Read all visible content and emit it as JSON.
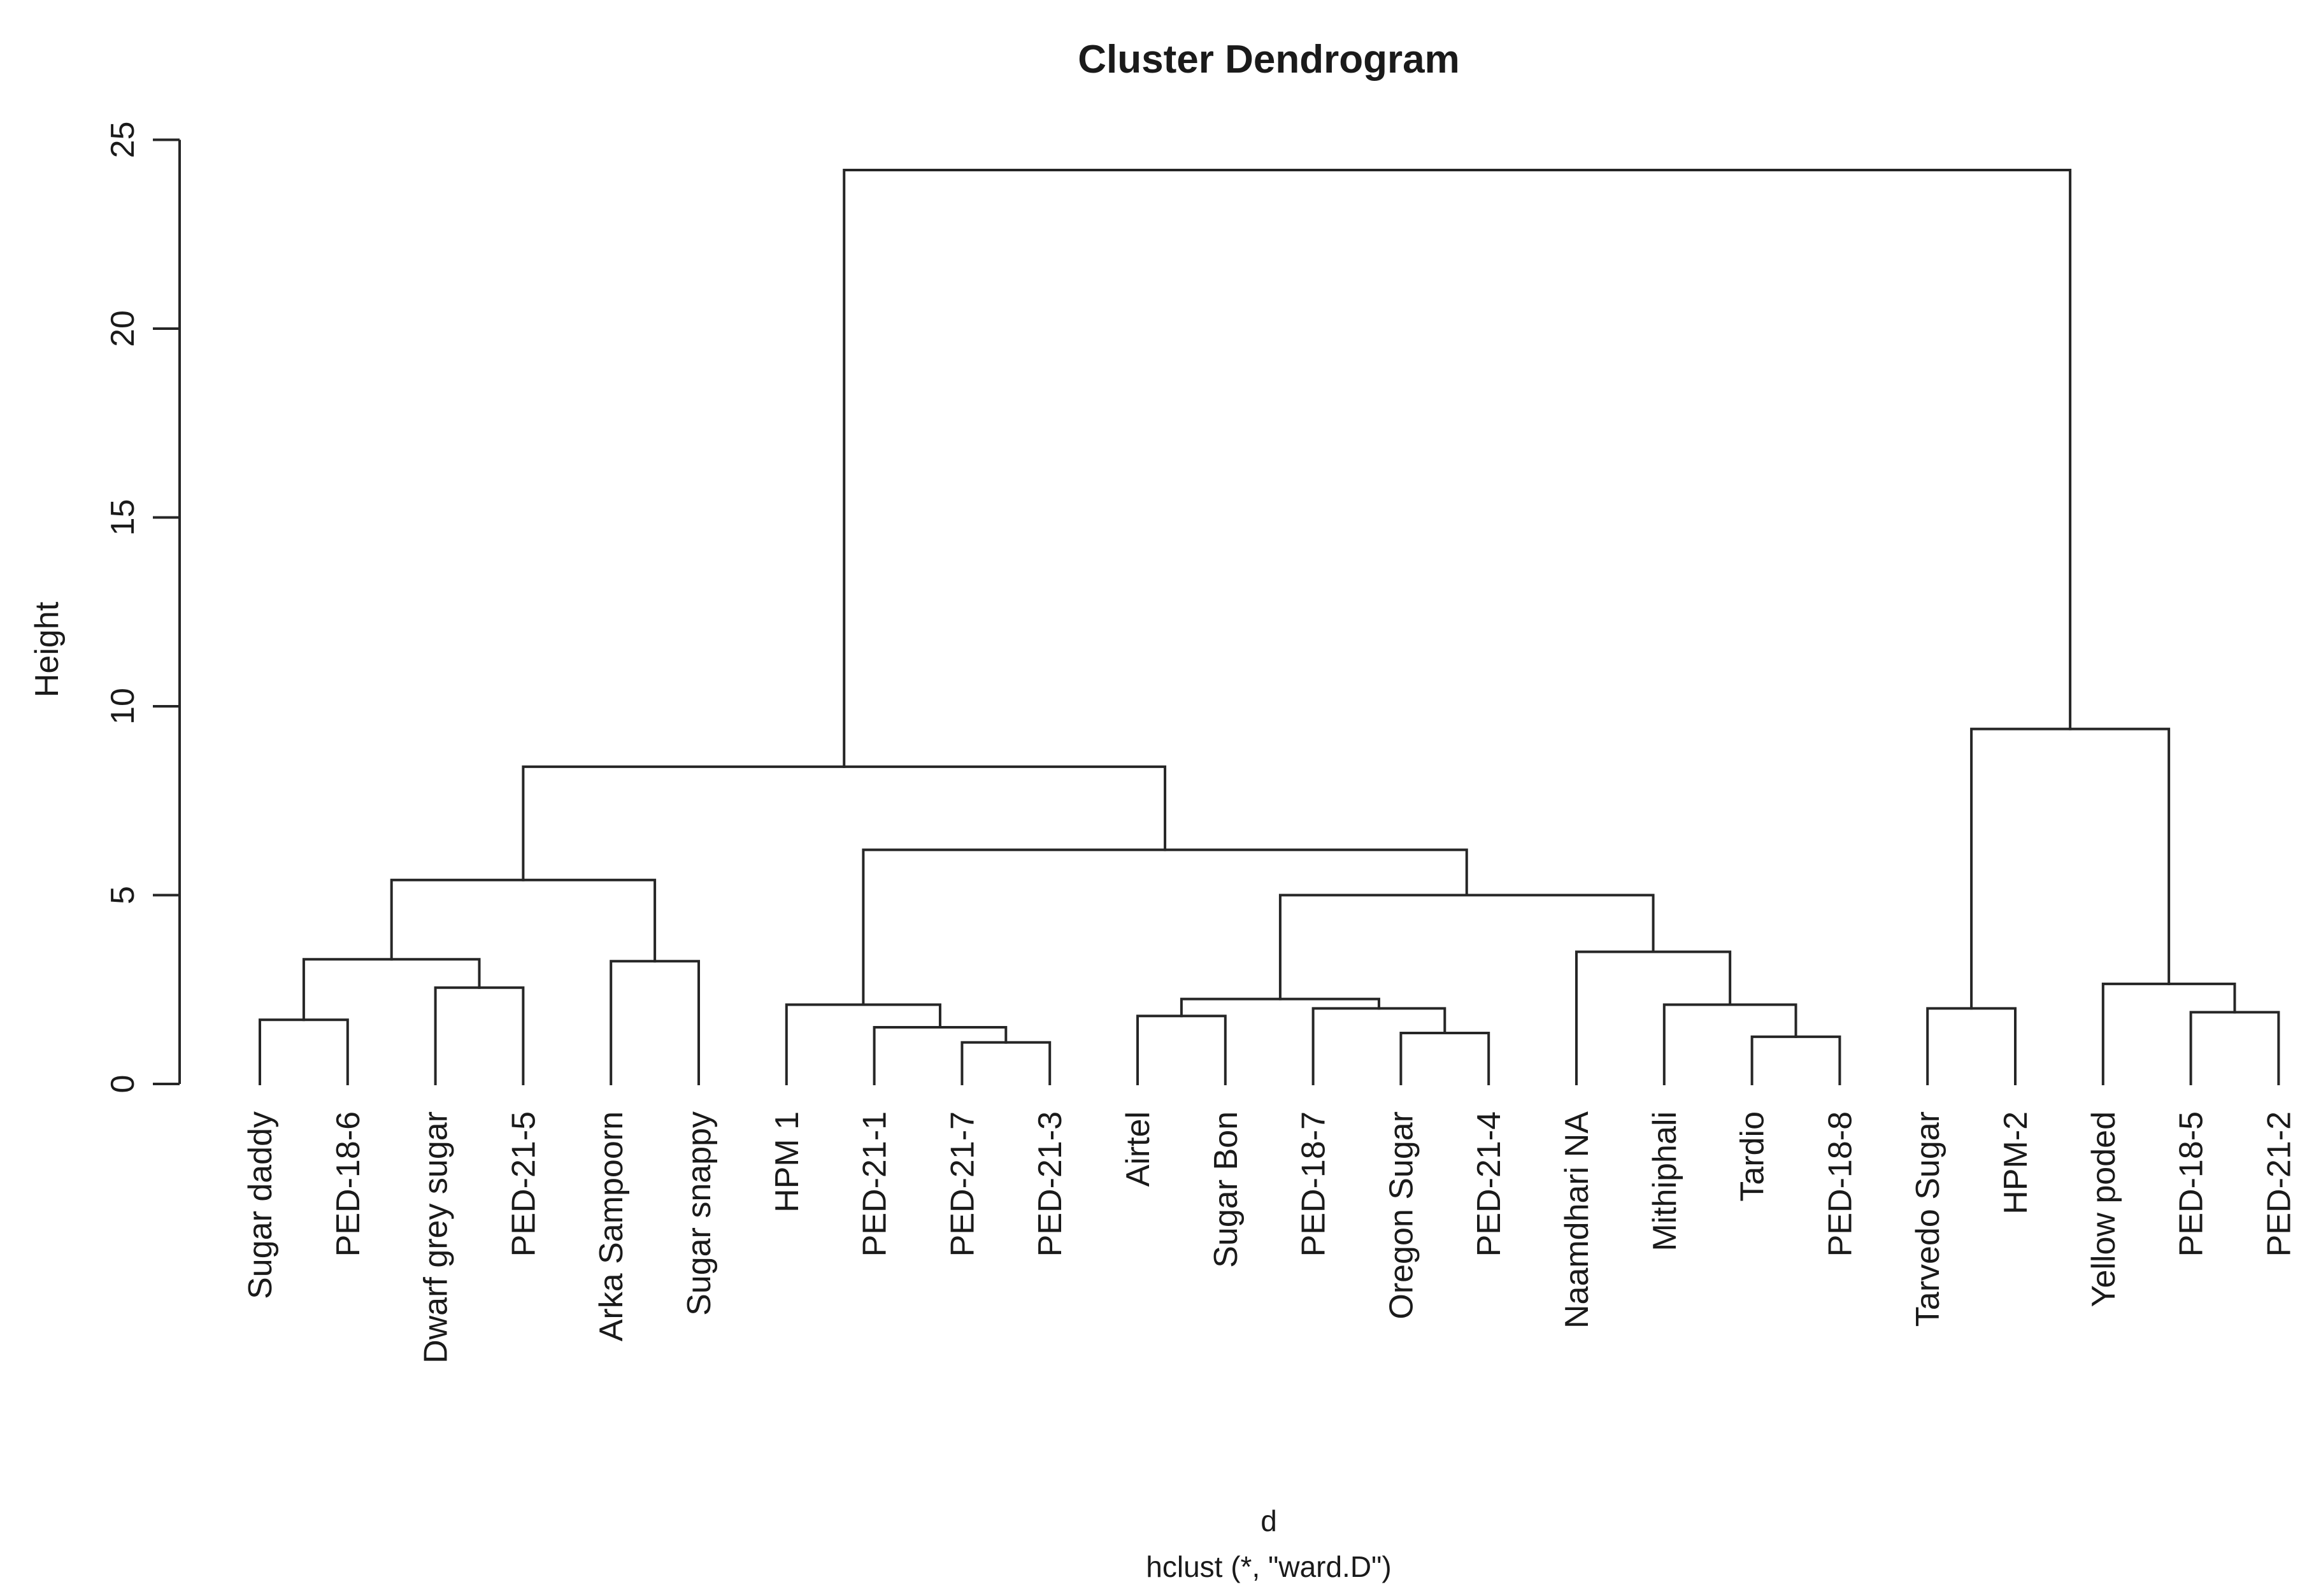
{
  "chart_data": {
    "type": "dendrogram",
    "title": "Cluster Dendrogram",
    "ylabel": "Height",
    "xlabel_line1": "d",
    "xlabel_line2": "hclust (*, \"ward.D\")",
    "ylim": [
      0,
      25
    ],
    "yticks": [
      0,
      5,
      10,
      15,
      20,
      25
    ],
    "grid": false,
    "legend": "none",
    "leaves": [
      "Sugar daddy",
      "PED-18-6",
      "Dwarf grey sugar",
      "PED-21-5",
      "Arka Sampoorn",
      "Sugar snappy",
      "HPM 1",
      "PED-21-1",
      "PED-21-7",
      "PED-21-3",
      "Airtel",
      "Sugar Bon",
      "PED-18-7",
      "Oregon Sugar",
      "PED-21-4",
      "Naamdhari NA",
      "Mithiphali",
      "Tardio",
      "PED-18-8",
      "Tarvedo Sugar",
      "HPM-2",
      "Yellow poded",
      "PED-18-5",
      "PED-21-2"
    ],
    "merges": [
      {
        "id": "n1",
        "a": "Sugar daddy",
        "b": "PED-18-6",
        "height": 1.7
      },
      {
        "id": "n2",
        "a": "Dwarf grey sugar",
        "b": "PED-21-5",
        "height": 2.55
      },
      {
        "id": "n3",
        "a": "n1",
        "b": "n2",
        "height": 3.3
      },
      {
        "id": "n4",
        "a": "Arka Sampoorn",
        "b": "Sugar snappy",
        "height": 3.25
      },
      {
        "id": "n5",
        "a": "n3",
        "b": "n4",
        "height": 5.4
      },
      {
        "id": "m1",
        "a": "PED-21-7",
        "b": "PED-21-3",
        "height": 1.1
      },
      {
        "id": "m2",
        "a": "PED-21-1",
        "b": "m1",
        "height": 1.5
      },
      {
        "id": "m3",
        "a": "HPM 1",
        "b": "m2",
        "height": 2.1
      },
      {
        "id": "b1",
        "a": "Airtel",
        "b": "Sugar Bon",
        "height": 1.8
      },
      {
        "id": "b2",
        "a": "Oregon Sugar",
        "b": "PED-21-4",
        "height": 1.35
      },
      {
        "id": "b3",
        "a": "PED-18-7",
        "b": "b2",
        "height": 2.0
      },
      {
        "id": "b4",
        "a": "b1",
        "b": "b3",
        "height": 2.25
      },
      {
        "id": "c1",
        "a": "Tardio",
        "b": "PED-18-8",
        "height": 1.25
      },
      {
        "id": "c2",
        "a": "Mithiphali",
        "b": "c1",
        "height": 2.1
      },
      {
        "id": "c3",
        "a": "Naamdhari NA",
        "b": "c2",
        "height": 3.5
      },
      {
        "id": "B",
        "a": "b4",
        "b": "c3",
        "height": 5.0
      },
      {
        "id": "M",
        "a": "m3",
        "b": "B",
        "height": 6.2
      },
      {
        "id": "L",
        "a": "n5",
        "b": "M",
        "height": 8.4
      },
      {
        "id": "r1",
        "a": "Tarvedo Sugar",
        "b": "HPM-2",
        "height": 2.0
      },
      {
        "id": "r2",
        "a": "PED-18-5",
        "b": "PED-21-2",
        "height": 1.9
      },
      {
        "id": "r3",
        "a": "Yellow poded",
        "b": "r2",
        "height": 2.65
      },
      {
        "id": "R",
        "a": "r1",
        "b": "r3",
        "height": 9.4
      },
      {
        "id": "root",
        "a": "L",
        "b": "R",
        "height": 24.2
      }
    ],
    "colors": {
      "line": "#262626",
      "text": "#1a1a1a",
      "background": "#ffffff"
    }
  }
}
